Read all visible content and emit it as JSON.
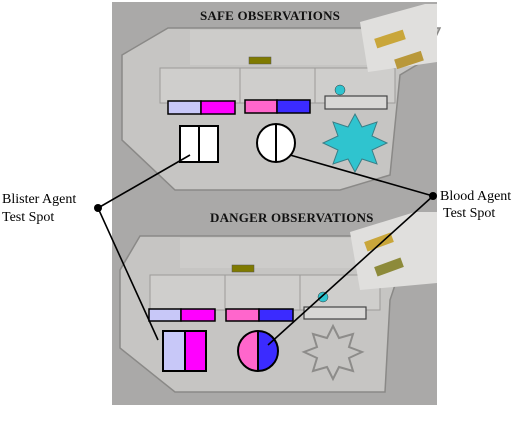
{
  "headings": {
    "safe": "SAFE OBSERVATIONS",
    "danger": "DANGER OBSERVATIONS"
  },
  "callouts": {
    "blister": [
      "Blister Agent",
      "Test Spot"
    ],
    "blood": [
      "Blood Agent",
      "Test Spot"
    ]
  },
  "colors": {
    "photo_bg": "#aaa9a8",
    "card": "#c6c5c3",
    "card_light": "#d2d1cf",
    "pale_blue": "#c8c8f8",
    "magenta": "#ff00ff",
    "pink": "#ff66cc",
    "blue": "#3b2bff",
    "cyan": "#2fc4cf",
    "olive": "#7f7a00",
    "line": "#000000"
  },
  "icons": {
    "blister_spot": "split-rectangle",
    "blood_spot": "split-circle",
    "star": "eight-point-star"
  }
}
